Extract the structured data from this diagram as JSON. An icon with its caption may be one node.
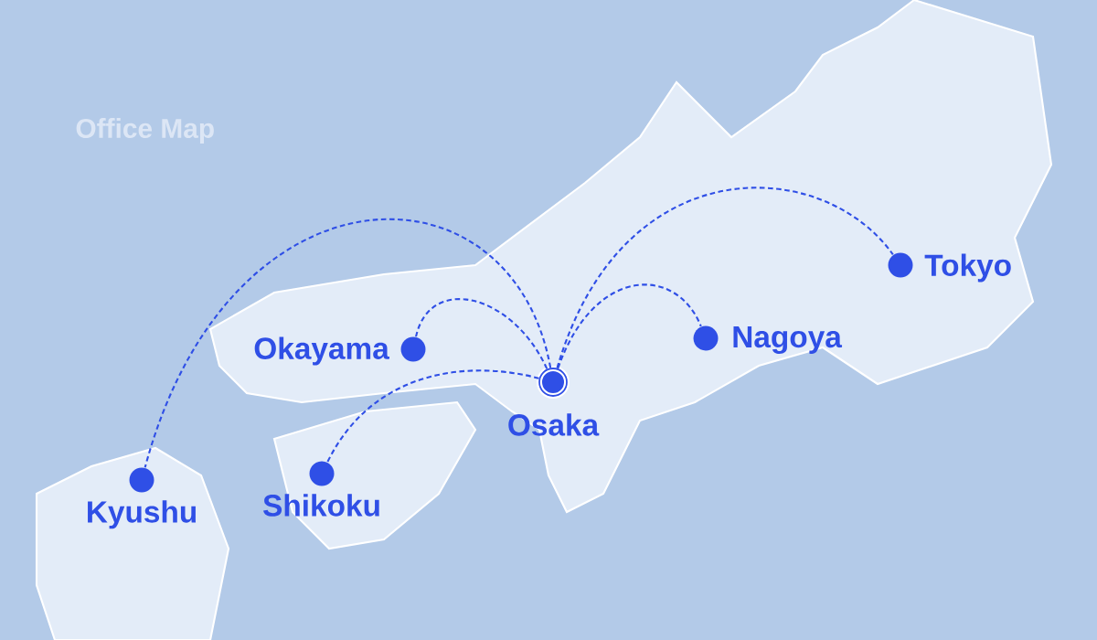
{
  "diagram": {
    "title": "Office Map",
    "nodes": [
      {
        "text": [],
        "shape": "circle",
        "beside": [
          "Osaka"
        ]
      },
      {
        "text": [],
        "shape": "circle",
        "beside": [
          "Tokyo"
        ]
      },
      {
        "text": [],
        "shape": "circle",
        "beside": [
          "Nagoya"
        ]
      },
      {
        "text": [],
        "shape": "circle",
        "beside": [
          "Okayama"
        ]
      },
      {
        "text": [],
        "shape": "circle",
        "beside": [
          "Shikoku"
        ]
      },
      {
        "text": [],
        "shape": "circle",
        "beside": [
          "Kyushu"
        ]
      }
    ],
    "edges": [
      {
        "from": 0,
        "to": 1,
        "arrow": "none",
        "style": "dashed"
      },
      {
        "from": 0,
        "to": 2,
        "arrow": "none",
        "style": "dashed"
      },
      {
        "from": 0,
        "to": 3,
        "arrow": "none",
        "style": "dashed"
      },
      {
        "from": 0,
        "to": 4,
        "arrow": "none",
        "style": "dashed"
      },
      {
        "from": 0,
        "to": 5,
        "arrow": "none",
        "style": "dashed"
      }
    ]
  }
}
